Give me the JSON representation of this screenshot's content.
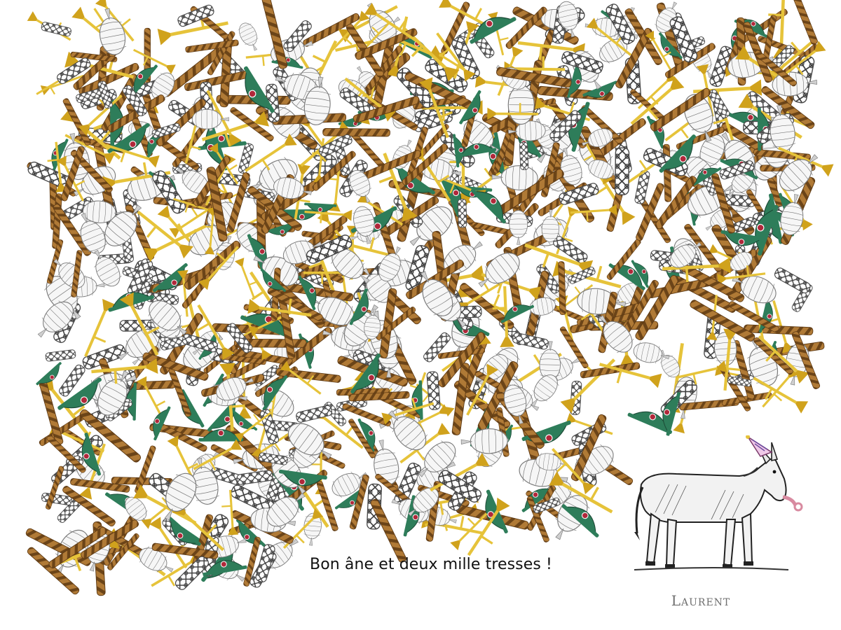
{
  "caption": "Bon âne et deux mille tresses !",
  "signature": "Laurent",
  "colors": {
    "braid": "#b07a36",
    "braid_shadow": "#5e3a14",
    "horn": "#e6c33a",
    "horn_bell": "#d0a21c",
    "hat_green": "#2e7d5a",
    "hat_red": "#b0283a",
    "knot": "#4a4a4a",
    "onion_fill": "#f6f6f6",
    "onion_line": "#7a7a7a"
  },
  "items": [
    {
      "type": "braid"
    },
    {
      "type": "celtic-knot"
    },
    {
      "type": "horn"
    },
    {
      "type": "hat"
    },
    {
      "type": "onion-bulb"
    }
  ],
  "mascot": {
    "icon": "donkey-party-hat-icon"
  }
}
